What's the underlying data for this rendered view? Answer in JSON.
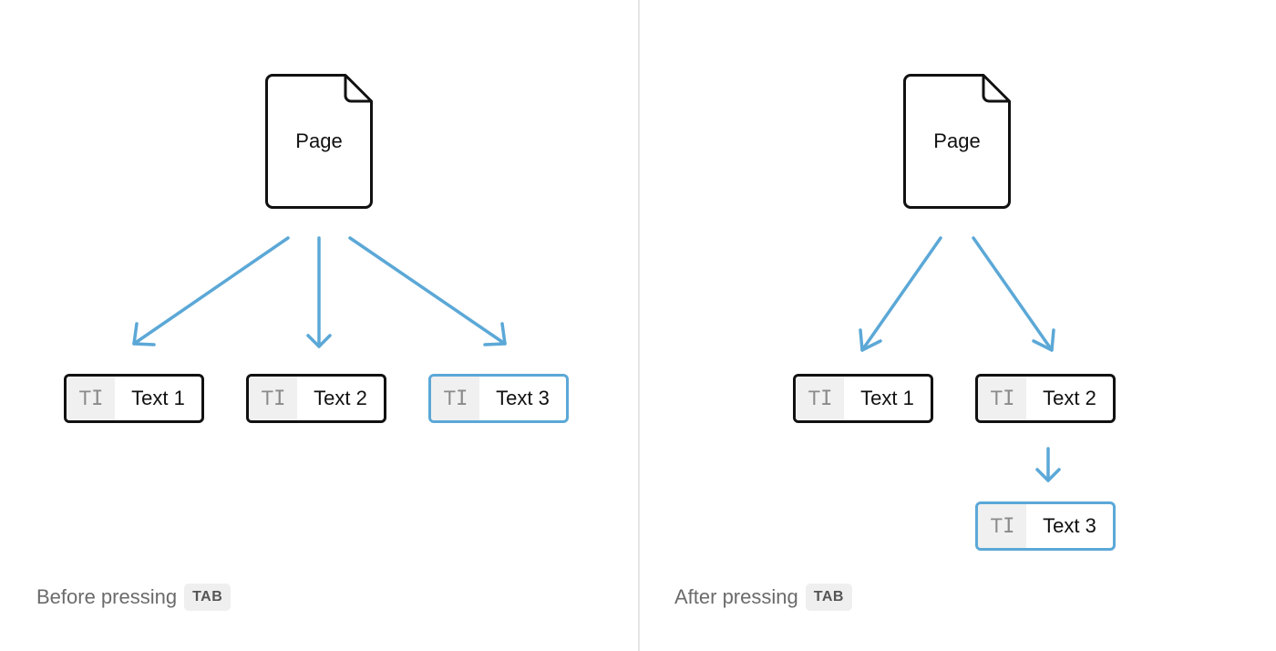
{
  "colors": {
    "arrow": "#5ba8d7",
    "selected_border": "#5ba8d7",
    "block_border": "#111111",
    "icon_bg": "#f0f0f0",
    "caption": "#6b6b6b",
    "divider": "#e6e6e6"
  },
  "left": {
    "page_label": "Page",
    "blocks": [
      {
        "label": "Text 1",
        "icon": "text-block-icon",
        "selected": false
      },
      {
        "label": "Text 2",
        "icon": "text-block-icon",
        "selected": false
      },
      {
        "label": "Text 3",
        "icon": "text-block-icon",
        "selected": true
      }
    ],
    "caption": "Before pressing",
    "key": "TAB"
  },
  "right": {
    "page_label": "Page",
    "blocks": [
      {
        "label": "Text 1",
        "icon": "text-block-icon",
        "selected": false
      },
      {
        "label": "Text 2",
        "icon": "text-block-icon",
        "selected": false
      },
      {
        "label": "Text 3",
        "icon": "text-block-icon",
        "selected": true
      }
    ],
    "caption": "After pressing",
    "key": "TAB"
  },
  "icon_glyph": "T"
}
